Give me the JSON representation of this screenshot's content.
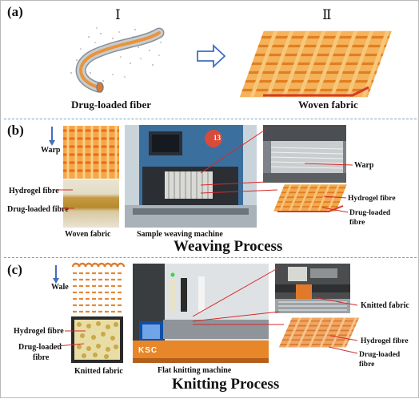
{
  "panels": {
    "a": {
      "label": "(a)",
      "roman_left": "Ⅰ",
      "roman_right": "Ⅱ",
      "left_caption": "Drug-loaded fiber",
      "right_caption": "Woven fabric"
    },
    "b": {
      "label": "(b)",
      "warp_left": "Warp",
      "hydrogel": "Hydrogel fibre",
      "drug_loaded": "Drug-loaded fibre",
      "woven_fabric": "Woven fabric",
      "machine": "Sample weaving machine",
      "machine_number": "13",
      "warp_right": "Warp",
      "hydrogel_right": "Hydrogel fibre",
      "drug_right_1": "Drug-loaded",
      "drug_right_2": "fibre",
      "process": "Weaving Process"
    },
    "c": {
      "label": "(c)",
      "wale": "Wale",
      "hydrogel": "Hydrogel fibre",
      "drug_loaded_1": "Drug-loaded",
      "drug_loaded_2": "fibre",
      "knitted_fabric": "Knitted fabric",
      "machine": "Flat knitting machine",
      "machine_brand": "KSC",
      "knitted_fabric_right": "Knitted fabric",
      "hydrogel_right": "Hydrogel fibre",
      "drug_right_1": "Drug-loaded",
      "drug_right_2": "fibre",
      "process": "Knitting Process"
    }
  },
  "colors": {
    "divider": "#7aa6c8",
    "arrow_blue": "#3f6fc0",
    "leader_red": "#d42a2a",
    "fabric_orange": "#e68a22",
    "fiber_red": "#d63b2a",
    "hydrogel_yellow": "#f2d97a"
  }
}
